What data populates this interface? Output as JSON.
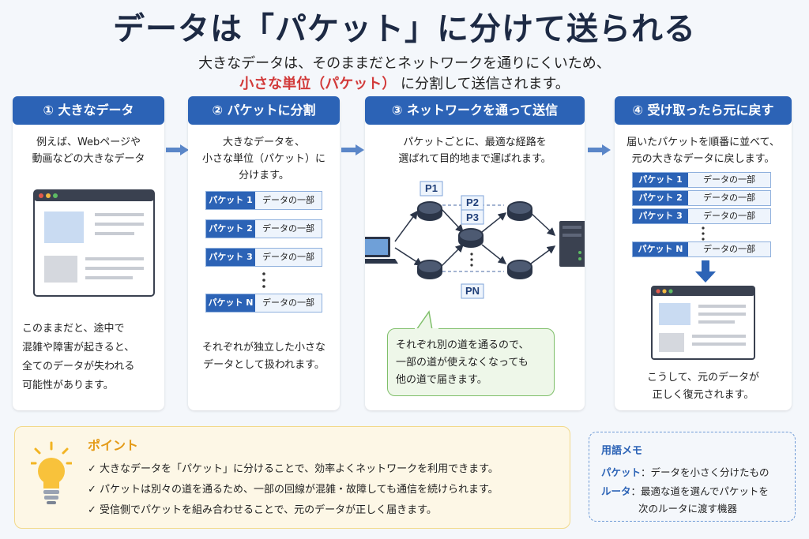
{
  "title": "データは「パケット」に分けて送られる",
  "subtitle_line1": "大きなデータは、そのままだとネットワークを通りにくいため、",
  "subtitle_highlight": "小さな単位（パケット）",
  "subtitle_rest": "に分割して送信されます。",
  "steps": [
    {
      "header": "① 大きなデータ",
      "text1": "例えば、Webページや",
      "text2": "動画などの大きなデータ",
      "bottom1": "このままだと、途中で",
      "bottom2": "混雑や障害が起きると、",
      "bottom3": "全てのデータが失われる",
      "bottom4": "可能性があります。"
    },
    {
      "header": "② パケットに分割",
      "text1": "大きなデータを、",
      "text2": "小さな単位（パケット）に",
      "text3": "分けます。",
      "bottom1": "それぞれが独立した小さな",
      "bottom2": "データとして扱われます。"
    },
    {
      "header": "③ ネットワークを通って送信",
      "text1": "パケットごとに、最適な経路を",
      "text2": "選ばれて目的地まで運ばれます。",
      "bubble1": "それぞれ別の道を通るので、",
      "bubble2": "一部の道が使えなくなっても",
      "bubble3": "他の道で届きます。"
    },
    {
      "header": "④ 受け取ったら元に戻す",
      "text1": "届いたパケットを順番に並べて、",
      "text2": "元の大きなデータに戻します。",
      "bottom1": "こうして、元のデータが",
      "bottom2": "正しく復元されます。"
    }
  ],
  "packets": {
    "p1": "パケット 1",
    "p2": "パケット 2",
    "p3": "パケット 3",
    "pn": "パケット N",
    "part": "データの一部"
  },
  "network_labels": {
    "p1": "P1",
    "p2": "P2",
    "p3": "P3",
    "pn": "PN"
  },
  "point": {
    "title": "ポイント",
    "items": [
      "✓ 大きなデータを「パケット」に分けることで、効率よくネットワークを利用できます。",
      "✓ パケットは別々の道を通るため、一部の回線が混雑・故障しても通信を続けられます。",
      "✓ 受信側でパケットを組み合わせることで、元のデータが正しく届きます。"
    ]
  },
  "memo": {
    "title": "用語メモ",
    "term1": "パケット",
    "def1": "：データを小さく分けたもの",
    "term2": "ルータ",
    "def2a": "：最適な道を選んでパケットを",
    "def2b": "次のルータに渡す機器"
  },
  "colors": {
    "accent": "#2c63b6",
    "highlight": "#d23a3a",
    "point": "#e49a16"
  }
}
